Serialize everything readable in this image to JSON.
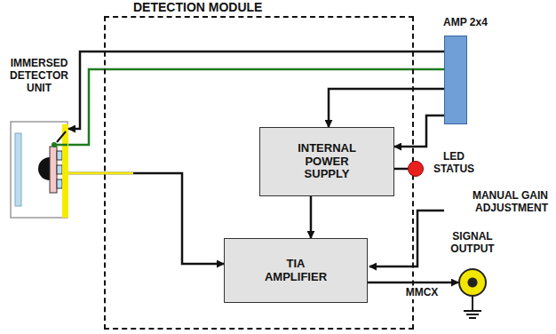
{
  "diagram": {
    "nodes": [
      {
        "text": [
          "DETECTION MODULE"
        ]
      },
      {
        "text": [
          "IMMERSED DETECTOR UNIT"
        ]
      },
      {
        "text": [
          "INTERNAL POWER SUPPLY"
        ],
        "in": 0
      },
      {
        "text": [
          "TIA AMPLIFIER"
        ],
        "in": 0
      },
      {
        "text": [
          "AMP 2x4"
        ]
      },
      {
        "text": [
          "LED STATUS"
        ]
      },
      {
        "text": [
          "SIGNAL OUTPUT"
        ]
      }
    ],
    "edges": [
      {
        "from": 4,
        "to": 1,
        "arrow": "to"
      },
      {
        "from": 4,
        "to": 1,
        "arrow": "none"
      },
      {
        "from": 4,
        "to": 2,
        "arrow": "to"
      },
      {
        "from": 4,
        "to": 2,
        "arrow": "to"
      },
      {
        "from": 2,
        "to": 3,
        "arrow": "to"
      },
      {
        "from": 2,
        "to": 5,
        "arrow": "none"
      },
      {
        "from": 1,
        "to": 3,
        "arrow": "to"
      },
      {
        "from": 3,
        "to": 6,
        "arrow": "to",
        "label": "MMCX"
      }
    ],
    "labels": [
      "MANUAL GAIN ADJUSTMENT"
    ]
  }
}
